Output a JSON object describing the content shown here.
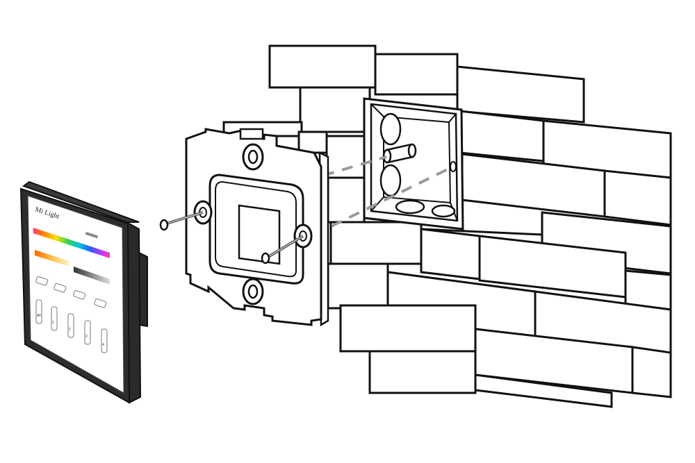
{
  "panel": {
    "brand": "Mi Light",
    "buttons": [
      "",
      "",
      "",
      ""
    ],
    "zone_labels": [
      "All",
      "1",
      "2",
      "3",
      "4"
    ]
  },
  "colors": {
    "line": "#111111",
    "dash": "#9a9a9a",
    "panel_body": "#2a2a2a",
    "panel_face": "#ffffff"
  }
}
